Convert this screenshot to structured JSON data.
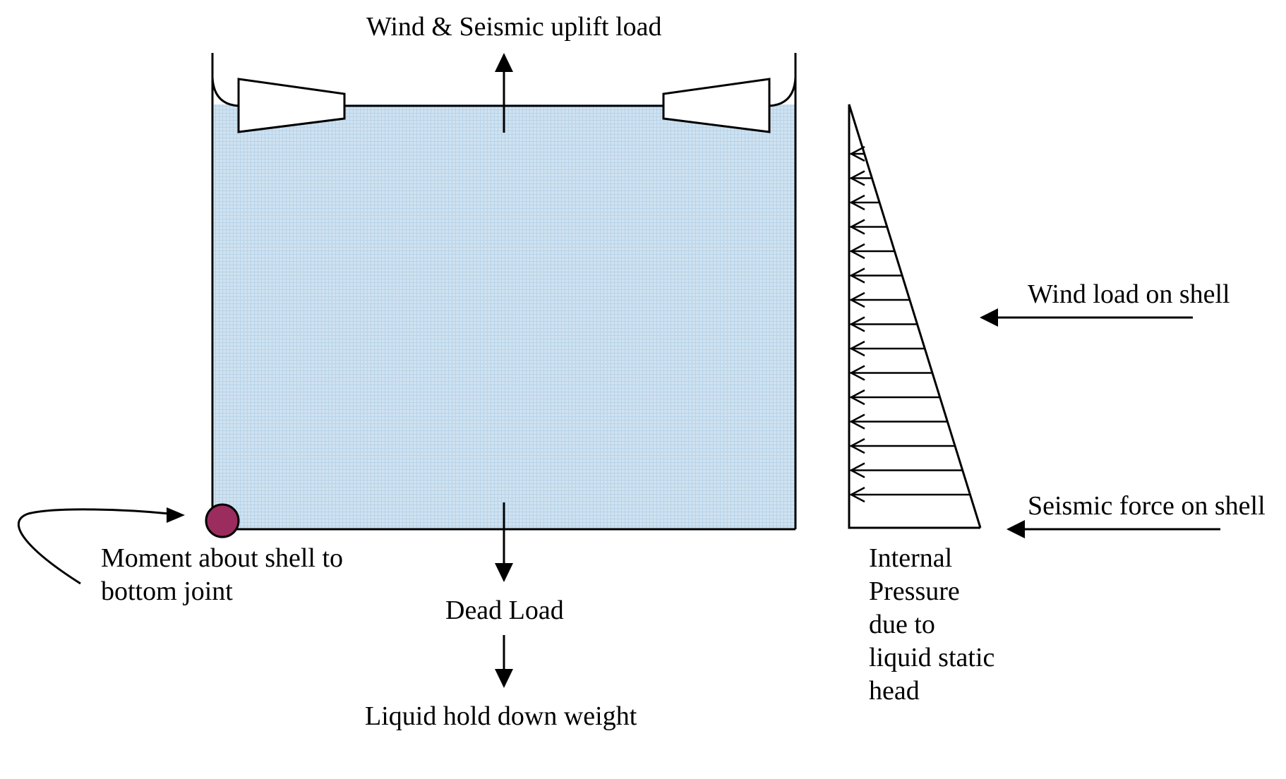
{
  "labels": {
    "uplift": "Wind & Seismic uplift load",
    "wind_shell": "Wind load on shell",
    "seismic_shell": "Seismic force on shell",
    "moment_line1": "Moment about shell to",
    "moment_line2": "bottom joint",
    "dead_load": "Dead Load",
    "hold_down": "Liquid hold down weight",
    "pressure_line1": "Internal",
    "pressure_line2": "Pressure",
    "pressure_line3": "due to",
    "pressure_line4": "liquid static",
    "pressure_line5": "head"
  },
  "colors": {
    "liquid": "#cfe2f1",
    "liquid_grid": "#b9d3e8",
    "joint_marker": "#9b2c5e",
    "stroke": "#000000"
  }
}
